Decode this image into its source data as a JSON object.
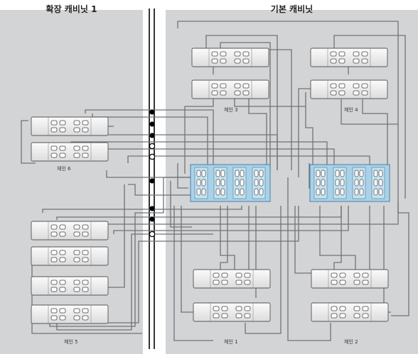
{
  "cabinets": {
    "expansion": {
      "title": "확장 캐비닛 1"
    },
    "base": {
      "title": "기본 캐비닛"
    }
  },
  "chains": {
    "chain1": "체인 1",
    "chain2": "체인 2",
    "chain3": "체인 3",
    "chain4": "체인 4",
    "chain5": "체인 5",
    "chain6": "체인 6"
  },
  "colors": {
    "cabinet_bg": "#d3d4d6",
    "cable": "#6f7377",
    "controller_blue": "#a9d2e8",
    "divider": "#000000"
  }
}
